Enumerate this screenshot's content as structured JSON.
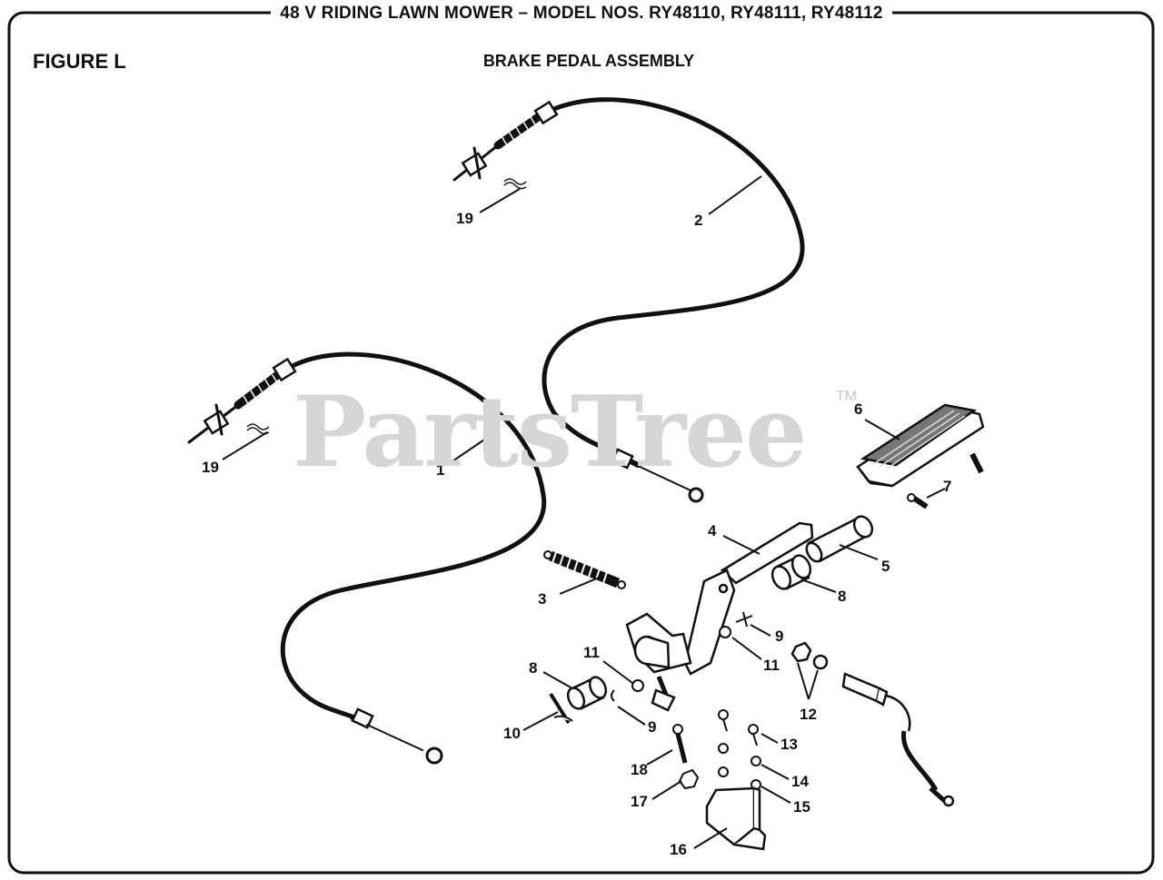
{
  "header": {
    "title": "48 V RIDING LAWN MOWER – MODEL NOS. RY48110, RY48111, RY48112"
  },
  "figure": {
    "label": "FIGURE L",
    "title": "BRAKE PEDAL ASSEMBLY"
  },
  "watermark": {
    "text": "PartsTree",
    "tm": "TM"
  },
  "callouts": {
    "c1": "1",
    "c2": "2",
    "c3": "3",
    "c4": "4",
    "c5": "5",
    "c6": "6",
    "c7": "7",
    "c8a": "8",
    "c8b": "8",
    "c9a": "9",
    "c9b": "9",
    "c10": "10",
    "c11a": "11",
    "c11b": "11",
    "c12": "12",
    "c13": "13",
    "c14": "14",
    "c15": "15",
    "c16": "16",
    "c17": "17",
    "c18": "18",
    "c19a": "19",
    "c19b": "19"
  }
}
